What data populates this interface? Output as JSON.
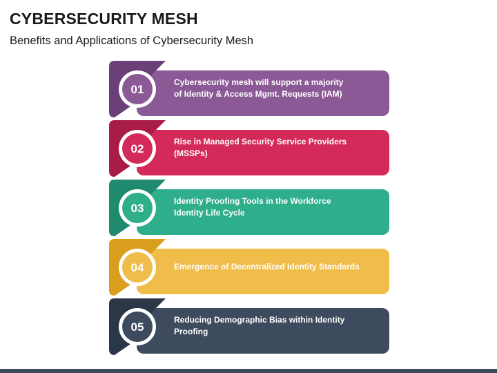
{
  "title": "CYBERSECURITY MESH",
  "subtitle": "Benefits and Applications of Cybersecurity Mesh",
  "items": [
    {
      "number": "01",
      "text": "Cybersecurity mesh will support a majority\nof Identity & Access Mgmt. Requests (IAM)",
      "color": "#8b5a96",
      "dark": "#6b3f78"
    },
    {
      "number": "02",
      "text": "Rise in Managed Security Service Providers (MSSPs)",
      "color": "#d42a5a",
      "dark": "#a91c46"
    },
    {
      "number": "03",
      "text": "Identity Proofing Tools in the Workforce\nIdentity Life Cycle",
      "color": "#2fae8c",
      "dark": "#1f8a6e"
    },
    {
      "number": "04",
      "text": "Emergence of Decentralized Identity Standards",
      "color": "#f0bd4a",
      "dark": "#d99e1c"
    },
    {
      "number": "05",
      "text": "Reducing Demographic Bias within Identity Proofing",
      "color": "#3e4b5e",
      "dark": "#2b3646"
    }
  ]
}
